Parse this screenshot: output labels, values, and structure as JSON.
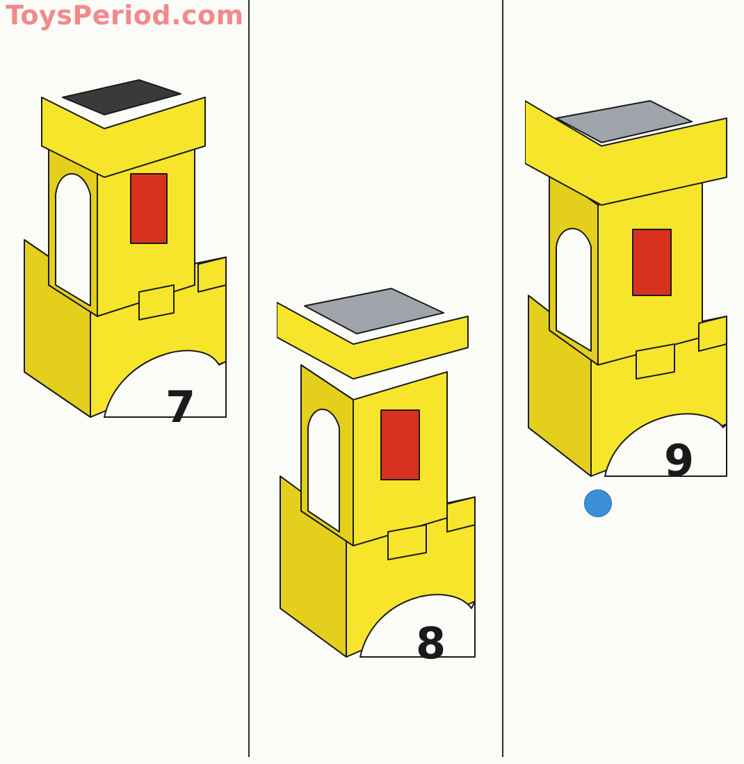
{
  "watermark": "ToysPeriod.com",
  "steps": [
    {
      "number": "7"
    },
    {
      "number": "8"
    },
    {
      "number": "9"
    }
  ],
  "colors": {
    "brick_yellow": "#f6e52a",
    "brick_shadow": "#d9c216",
    "outline": "#1a1a1a",
    "window_red": "#d8321e",
    "plate_gray": "#9fa4aa",
    "stud_gray": "#5c6068",
    "marker_blue": "#3a8fd8"
  }
}
